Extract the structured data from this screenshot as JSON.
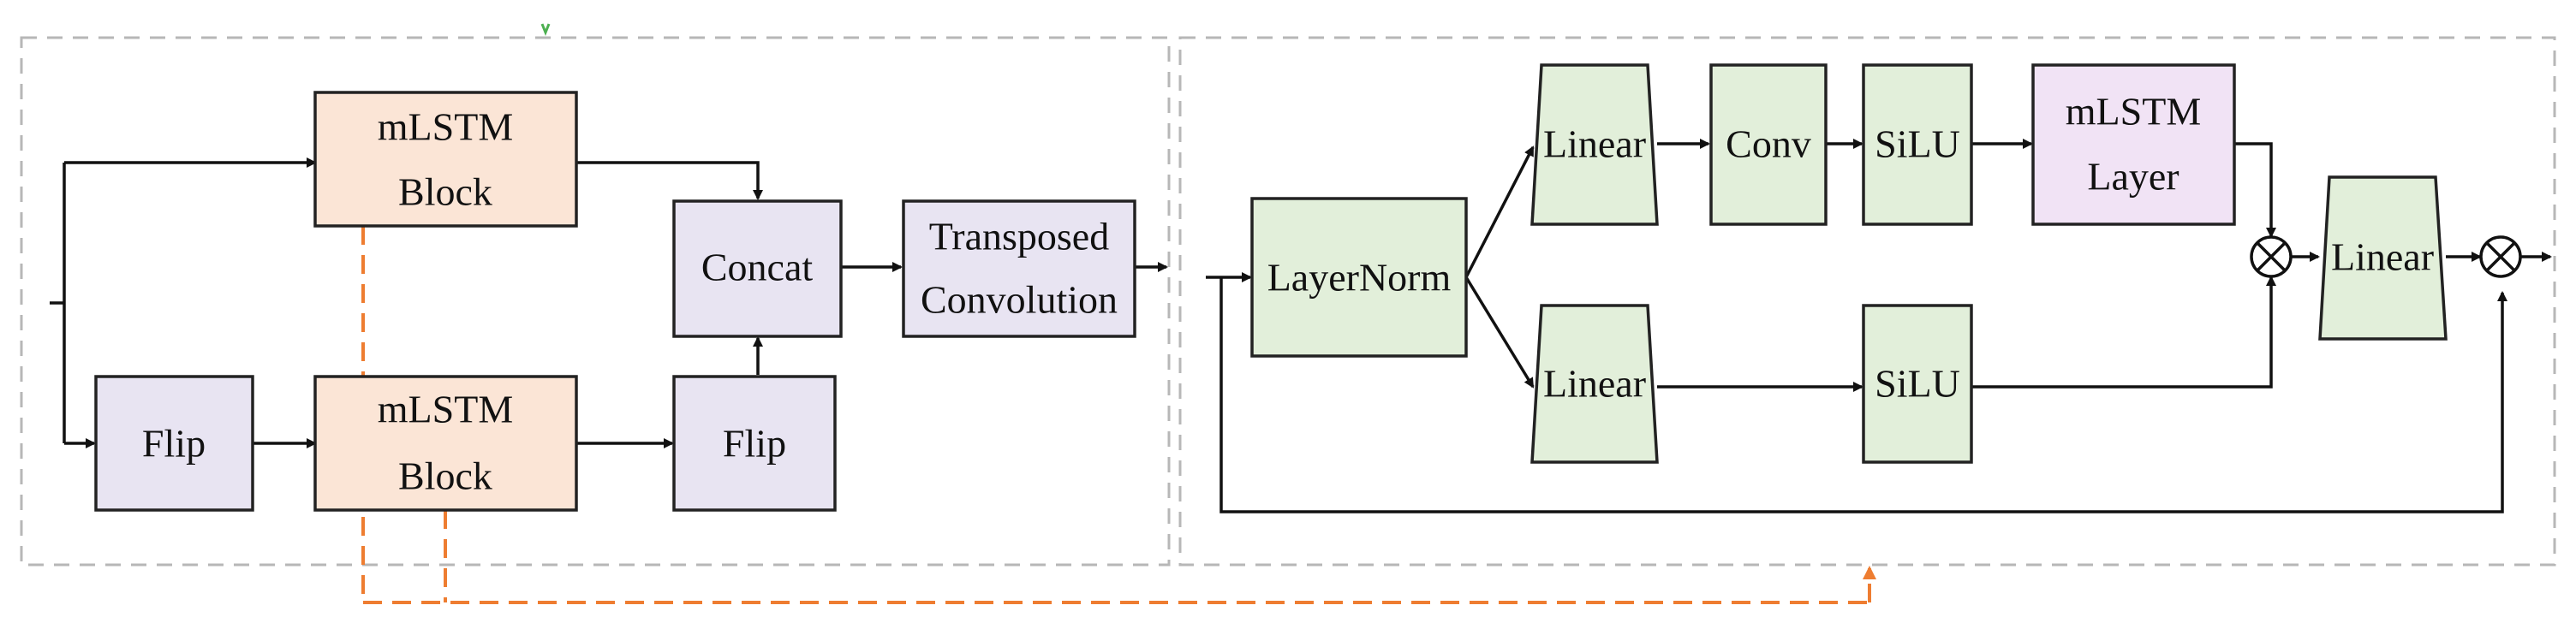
{
  "colors": {
    "mlstm_block_fill": "#fbe5d6",
    "purple_fill": "#e8e4f2",
    "green_fill": "#e2efda",
    "mlstm_layer_fill": "#f1e3f5",
    "skip_dash": "#ee7d31",
    "panel_dash": "#b7b7b7"
  },
  "left_panel": {
    "mlstm_block_top": {
      "line1": "mLSTM",
      "line2": "Block"
    },
    "mlstm_block_bottom": {
      "line1": "mLSTM",
      "line2": "Block"
    },
    "flip_left": "Flip",
    "flip_right": "Flip",
    "concat": "Concat",
    "transposed_conv": {
      "line1": "Transposed",
      "line2": "Convolution"
    }
  },
  "right_panel": {
    "layernorm": "LayerNorm",
    "linear_top": "Linear",
    "conv": "Conv",
    "silu_top": "SiLU",
    "mlstm_layer": {
      "line1": "mLSTM",
      "line2": "Layer"
    },
    "linear_bottom": "Linear",
    "silu_bottom": "SiLU",
    "linear_out": "Linear",
    "multiply_symbol_1": "⊗",
    "multiply_symbol_2": "⊗"
  }
}
